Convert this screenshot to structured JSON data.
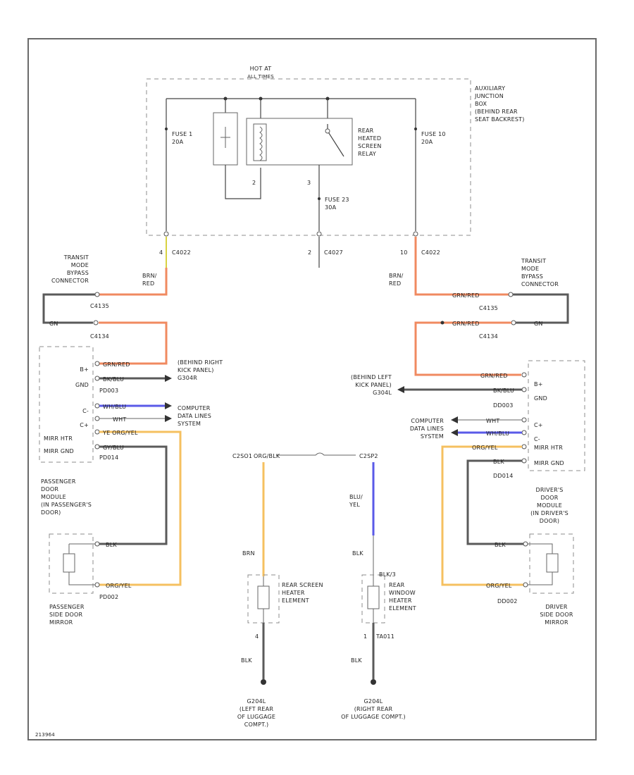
{
  "hot_at": "HOT AT ALL TIMES",
  "aux_box": "AUXILIARY JUNCTION BOX (BEHIND REAR SEAT BACKREST)",
  "fuses": {
    "f1_name": "FUSE 1",
    "f1_rating": "20A",
    "f10_name": "FUSE 10",
    "f10_rating": "20A",
    "f23_name": "FUSE 23",
    "f23_rating": "30A"
  },
  "relay": {
    "label": "REAR HEATED SCREEN RELAY",
    "pin_2": "2",
    "pin_3": "3"
  },
  "connectors": {
    "c4022_left": "C4022",
    "c4022_left_pin": "4",
    "c4027": "C4027",
    "c4027_pin": "2",
    "c4022_right": "C4022",
    "c4022_right_pin": "10",
    "c4135": "C4135",
    "c4134": "C4134"
  },
  "transit": {
    "left": "TRANSIT MODE BYPASS CONNECTOR",
    "right": "TRANSIT MODE BYPASS CONNECTOR"
  },
  "wire_labels": {
    "brn_red_l": "BRN/ RED",
    "brn_red_r": "BRN/ RED",
    "gn": "GN",
    "grn_red": "GRN/RED",
    "bk_blu": "BK/BLU",
    "wh_blu": "WH/BLU",
    "wht": "WHT",
    "ye_org_yel": "YE ORG/YEL",
    "org_yel": "ORG/YEL",
    "gy_blu": "GY/BLU",
    "blk": "BLK",
    "blu_yel": "BLU/ YEL",
    "brn": "BRN",
    "org_blk": "ORG/BLK",
    "wh_blu2": "WH/BLU"
  },
  "passenger_module": {
    "pins": [
      "B+",
      "GND",
      "C-",
      "C+",
      "MIRR HTR",
      "MIRR GND"
    ],
    "conn_a": "PD003",
    "conn_b": "PD014",
    "title": "PASSENGER DOOR MODULE (IN PASSENGER'S DOOR)",
    "ground": "(BEHIND RIGHT KICK PANEL) G304R",
    "data": "COMPUTER DATA LINES SYSTEM"
  },
  "driver_module": {
    "pins": [
      "B+",
      "GND",
      "C+",
      "C-",
      "MIRR HTR",
      "MIRR GND"
    ],
    "conn_a": "DD003",
    "conn_b": "DD014",
    "title": "DRIVER'S DOOR MODULE (IN DRIVER'S DOOR)",
    "ground": "(BEHIND LEFT KICK PANEL) G304L",
    "data": "COMPUTER DATA LINES SYSTEM"
  },
  "mirrors": {
    "passenger": "PASSENGER SIDE DOOR MIRROR",
    "passenger_conn": "PD002",
    "driver": "DRIVER SIDE DOOR MIRROR",
    "driver_conn": "DD002"
  },
  "rear_screen": {
    "conn_left": "C2SO1",
    "conn_right": "C2SP2",
    "left": "REAR SCREEN HEATER ELEMENT",
    "right": "REAR WINDOW HEATER ELEMENT",
    "left_pin": "4",
    "right_pin": "1",
    "right_conn": "TA011",
    "blk_conn": "BLK/3"
  },
  "grounds": {
    "left": "G204L (LEFT REAR OF LUGGAGE COMPT.)",
    "right": "G204L (RIGHT REAR OF LUGGAGE COMPT.)"
  },
  "footer": "213964"
}
